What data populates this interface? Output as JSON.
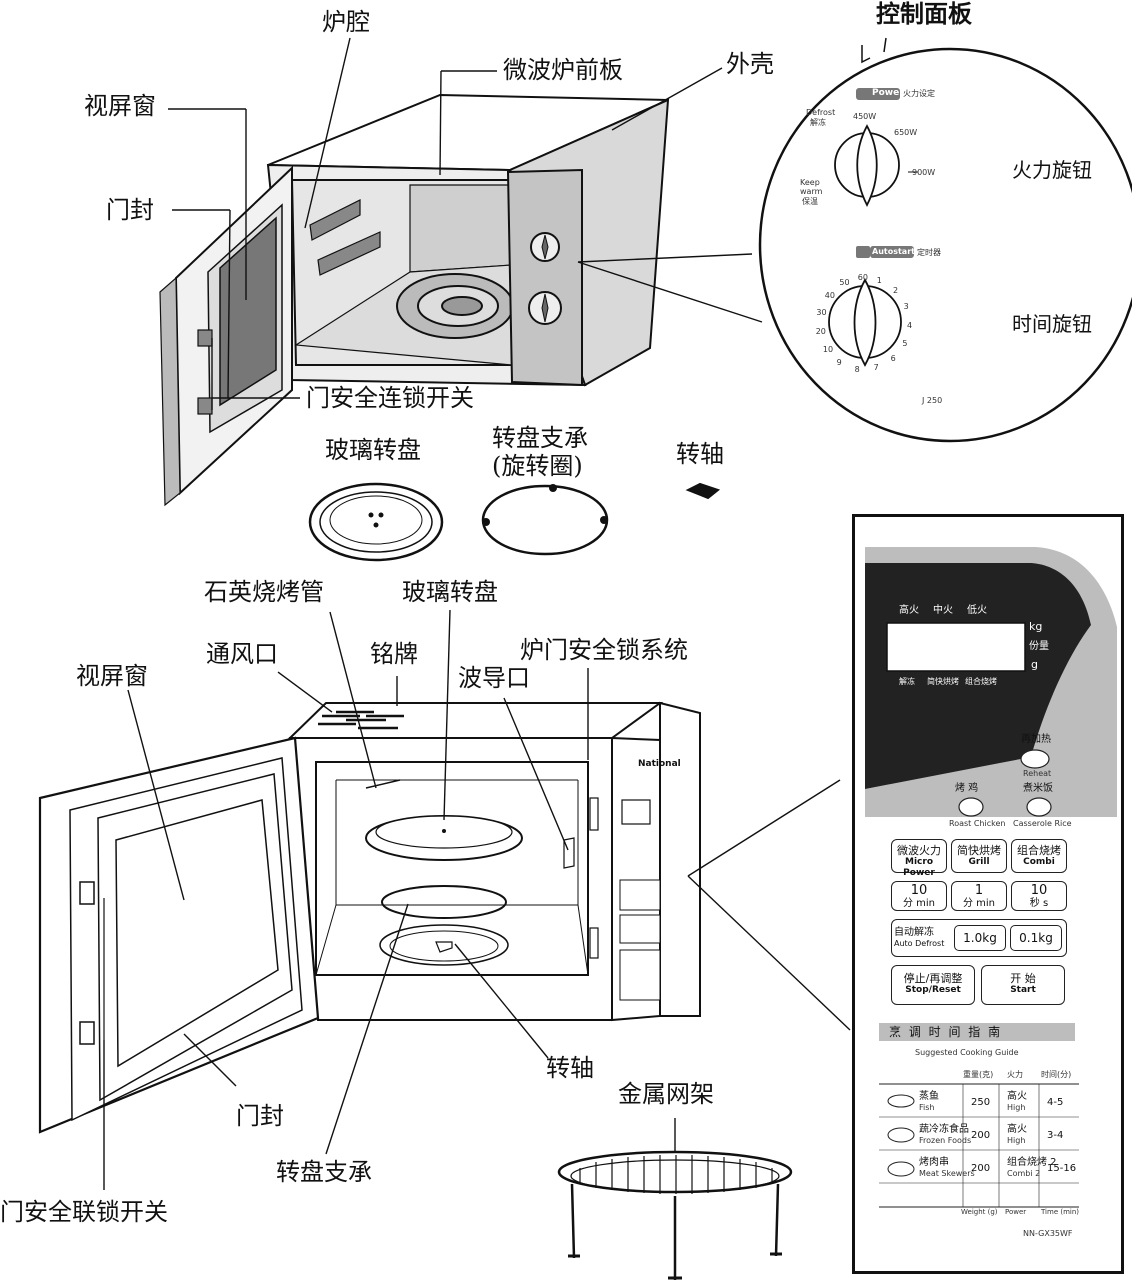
{
  "top": {
    "cavity": "炉腔",
    "front_plate": "微波炉前板",
    "shell": "外壳",
    "control_panel": "控制面板",
    "window": "视屏窗",
    "door_seal": "门封",
    "interlock": "门安全连锁开关",
    "glass_tray": "玻璃转盘",
    "tray_support_1": "转盘支承",
    "tray_support_2": "(旋转圈)",
    "shaft": "转轴",
    "power_knob": "火力旋钮",
    "timer_knob": "时间旋钮"
  },
  "zoom": {
    "power_badge": "Power",
    "power_cn": "火力设定",
    "defrost_en": "Defrost",
    "defrost_cn": "解冻",
    "w450": "450W",
    "w650": "650W",
    "w900": "900W",
    "keep1": "Keep",
    "keep2": "warm",
    "keep_cn": "保温",
    "autostart": "Autostart",
    "timer_cn": "定时器",
    "model": "J 250",
    "dial": [
      "1",
      "2",
      "3",
      "4",
      "5",
      "6",
      "7",
      "8",
      "9",
      "10",
      "20",
      "30",
      "40",
      "50",
      "60"
    ]
  },
  "bottom": {
    "quartz": "石英烧烤管",
    "glass_tray": "玻璃转盘",
    "vent": "通风口",
    "nameplate": "铭牌",
    "lock_system": "炉门安全锁系统",
    "waveguide": "波导口",
    "window": "视屏窗",
    "shaft": "转轴",
    "door_seal": "门封",
    "tray_support": "转盘支承",
    "interlock": "门安全联锁开关",
    "rack": "金属网架",
    "brand": "National"
  },
  "panel": {
    "display_labels": [
      "高火",
      "中火",
      "低火"
    ],
    "unit_kg": "kg",
    "unit_portion": "份量",
    "unit_g": "g",
    "mode_labels": [
      "解冻",
      "简快烘烤",
      "组合烧烤"
    ],
    "reheat_cn": "再加热",
    "reheat_en": "Reheat",
    "chicken_cn": "烤 鸡",
    "chicken_en": "Roast Chicken",
    "rice_cn": "煮米饭",
    "rice_en": "Casserole Rice",
    "micro_cn": "微波火力",
    "micro_en": "Micro Power",
    "grill_cn": "简快烘烤",
    "grill_en": "Grill",
    "combi_cn": "组合烧烤",
    "combi_en": "Combi",
    "t10m": "10",
    "t10m_unit": "分 min",
    "t1m": "1",
    "t1m_unit": "分 min",
    "t10s": "10",
    "t10s_unit": "秒 s",
    "autodef_cn": "自动解冻",
    "autodef_en": "Auto Defrost",
    "kg10": "1.0kg",
    "kg01": "0.1kg",
    "stop_cn": "停止/再调整",
    "stop_en": "Stop/Reset",
    "start_cn": "开 始",
    "start_en": "Start",
    "guide_cn": "烹 调 时 间 指 南",
    "guide_en": "Suggested Cooking Guide",
    "col_weight": "重量(克)",
    "col_power": "火力",
    "col_time": "时间(分)",
    "rows": [
      {
        "cn": "蒸鱼",
        "en": "Fish",
        "weight": "250",
        "power_cn": "高火",
        "power_en": "High",
        "time": "4-5"
      },
      {
        "cn": "蔬冷冻食品",
        "en": "Frozen Foods",
        "weight": "200",
        "power_cn": "高火",
        "power_en": "High",
        "time": "3-4"
      },
      {
        "cn": "烤肉串",
        "en": "Meat Skewers",
        "weight": "200",
        "power_cn": "组合烧烤 2",
        "power_en": "Combi 2",
        "time": "15-16"
      }
    ],
    "foot_weight": "Weight (g)",
    "foot_power": "Power",
    "foot_time": "Time (min)",
    "model": "NN-GX35WF"
  }
}
